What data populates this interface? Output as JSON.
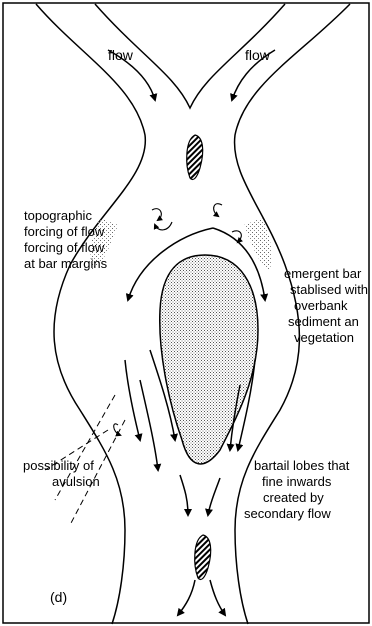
{
  "colors": {
    "ink": "#000000",
    "paper": "#ffffff",
    "stipple": "#b8b8b8"
  },
  "labels": {
    "flow_left": "flow",
    "flow_right": "flow",
    "topographic": [
      "topographic",
      "forcing of flow",
      "forcing of flow",
      "at bar margins"
    ],
    "emergent": [
      "emergent bar",
      "stablised with",
      "overbank",
      "sediment an",
      "vegetation"
    ],
    "avulsion": [
      "possibility of",
      "avulsion"
    ],
    "bartail": [
      "bartail lobes that",
      "fine inwards",
      "created by",
      "secondary flow"
    ],
    "panel": "(d)"
  },
  "icons": [
    "flow-arrow",
    "eddy-arrow",
    "hatched-bar",
    "stippled-bar"
  ]
}
